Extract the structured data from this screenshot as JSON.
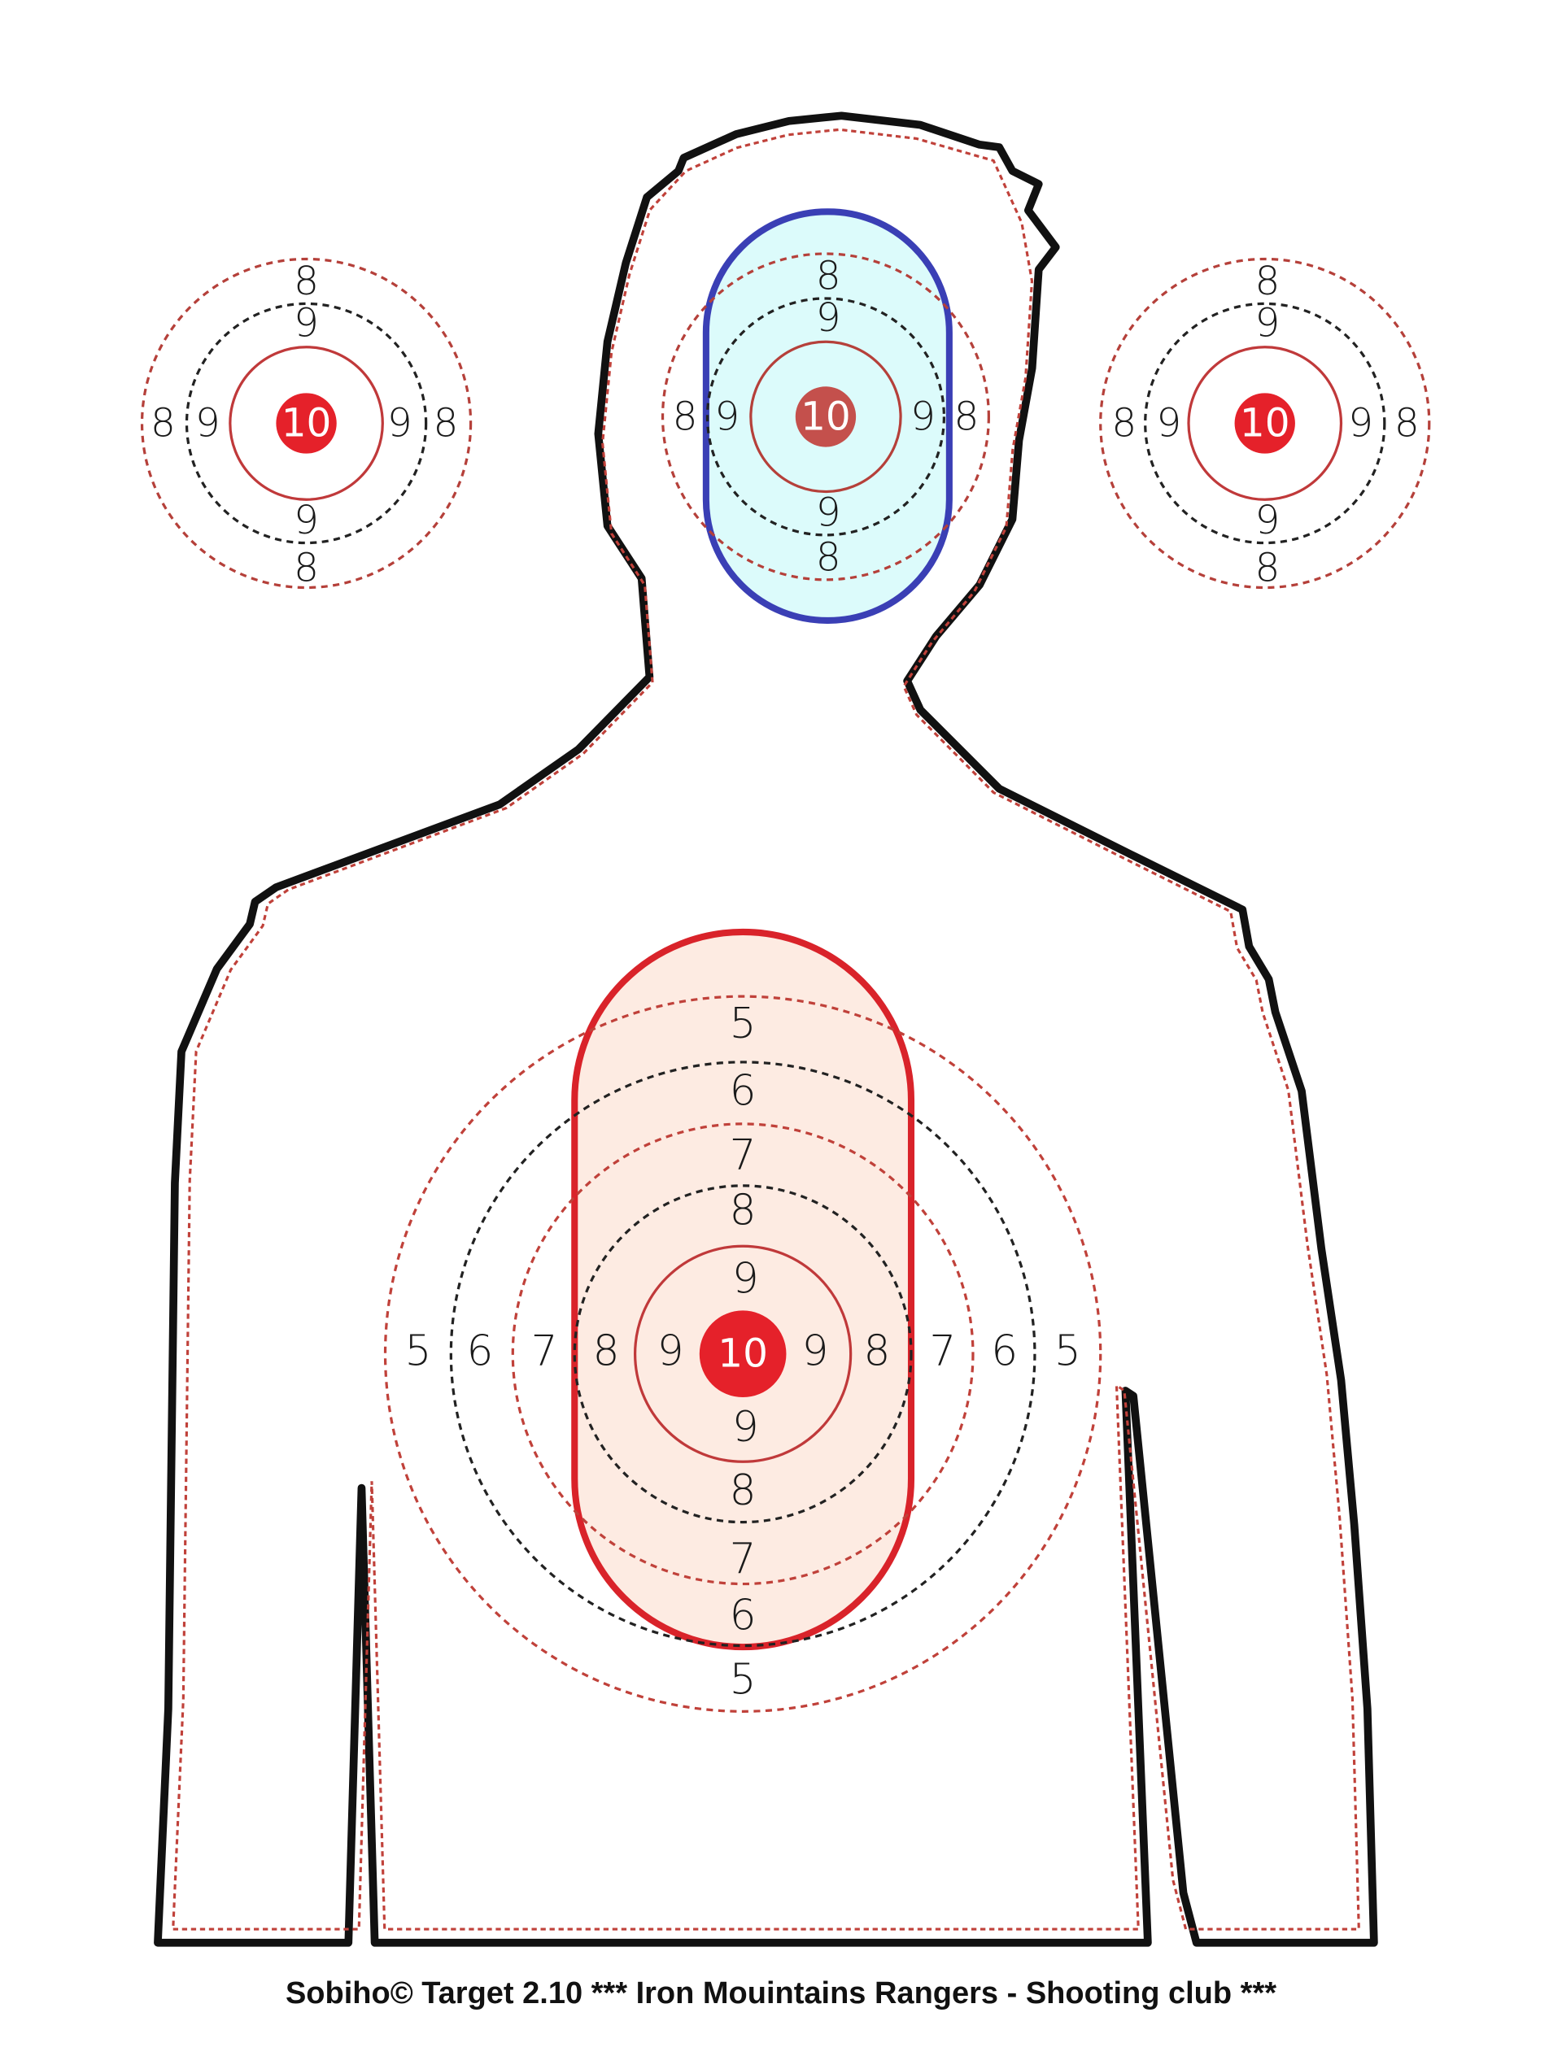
{
  "colors": {
    "outline": "#111111",
    "red": "#d9232a",
    "red_dashed": "#b5403a",
    "blue": "#3a3fb5",
    "head_fill": "#dcfbfb",
    "torso_fill": "#fdebe2"
  },
  "targets": {
    "left": {
      "bull": "10",
      "ring9": "9",
      "ring8": "8"
    },
    "right": {
      "bull": "10",
      "ring9": "9",
      "ring8": "8"
    },
    "head": {
      "bull": "10",
      "ring9": "9",
      "ring8": "8"
    },
    "body": {
      "bull": "10",
      "rings": [
        "9",
        "8",
        "7",
        "6",
        "5"
      ]
    }
  },
  "footer": {
    "text": "Sobiho© Target 2.10 *** Iron Mouintains Rangers - Shooting club ***"
  }
}
